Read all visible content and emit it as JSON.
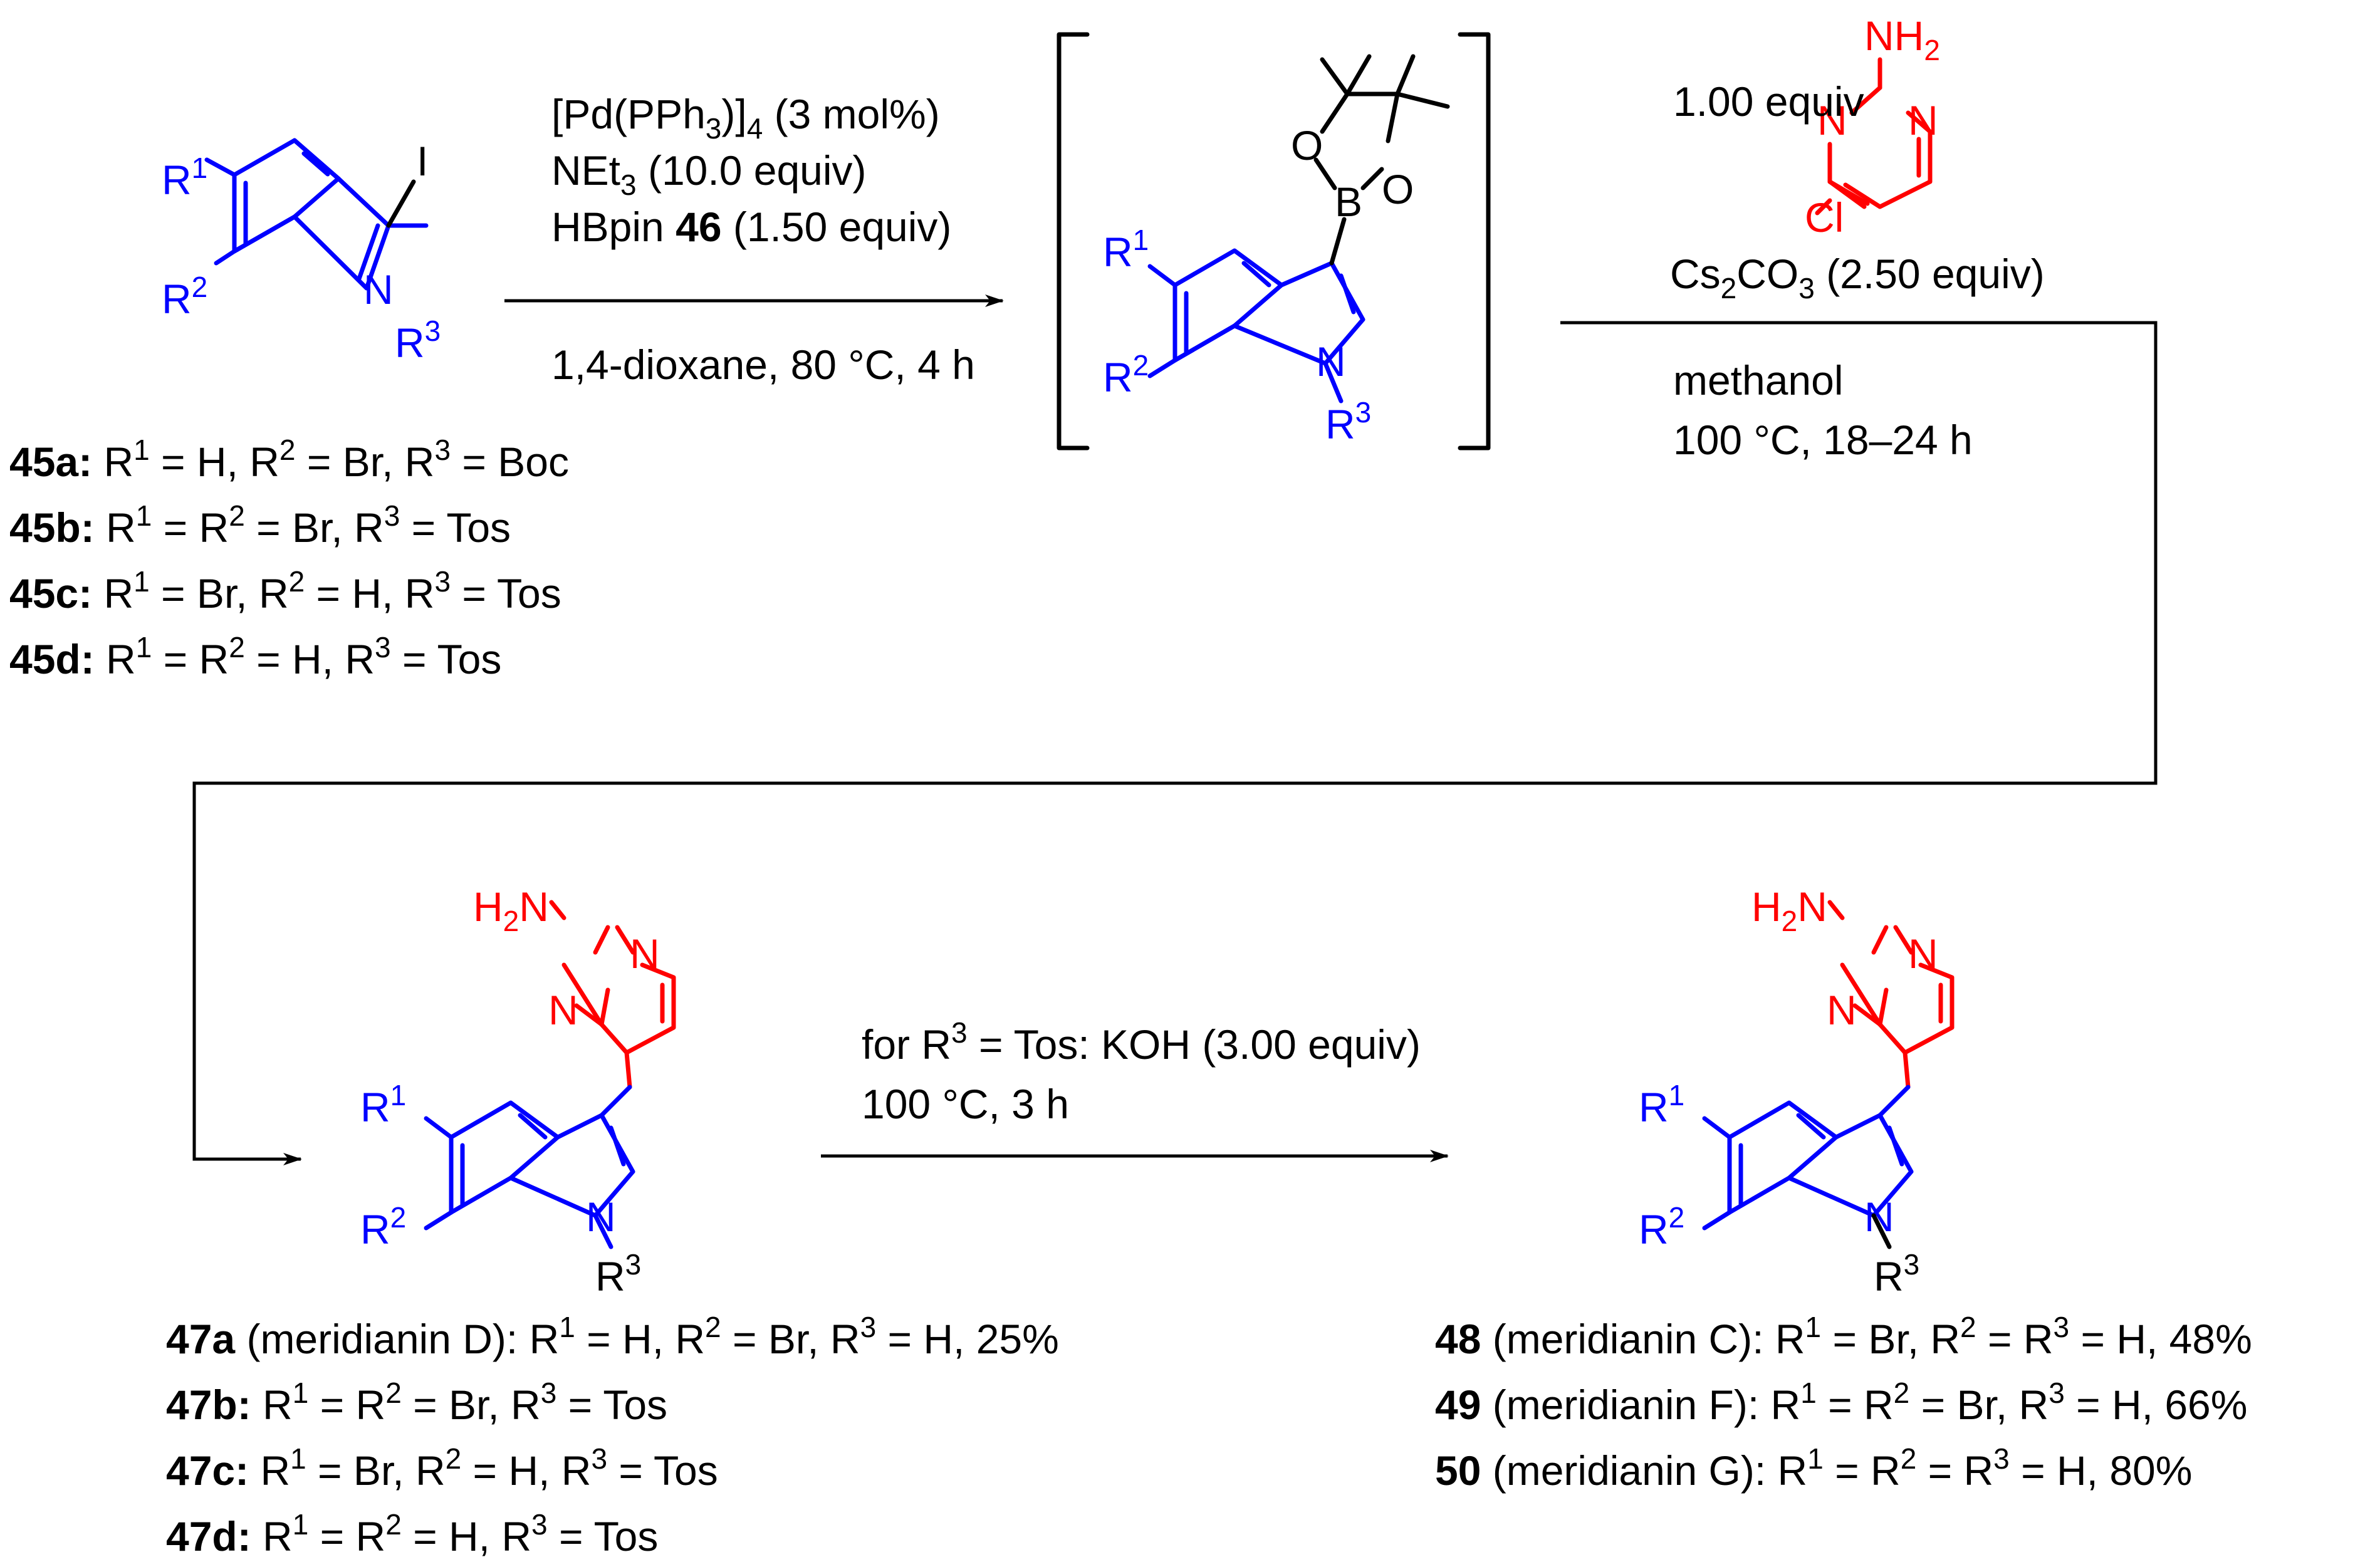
{
  "atoms": {
    "iodo": "I",
    "nitrogen": "N",
    "r1": "R",
    "r1_sup": "1",
    "r2": "R",
    "r2_sup": "2",
    "r3": "R",
    "r3_sup": "3",
    "boron": "B",
    "oxygen": "O",
    "amine_nh": "NH",
    "amine_nh_sub": "2",
    "amine_h": "H",
    "amine_h_sub": "2",
    "amine_n": "N",
    "chloro": "Cl"
  },
  "step1": {
    "cond1": "[Pd(PPh",
    "cond1_sub": "3",
    "cond1_b": ")]",
    "cond1_sub2": "4",
    "cond1_c": " (3 mol%)",
    "cond2": "NEt",
    "cond2_sub": "3",
    "cond2_b": " (10.0 equiv)",
    "cond3_a": "HBpin ",
    "cond3_bold": "46",
    "cond3_b": " (1.50 equiv)",
    "cond4": "1,4-dioxane, 80 °C, 4 h"
  },
  "step2": {
    "equiv": "1.00 equiv",
    "base_a": "Cs",
    "base_sub1": "2",
    "base_b": "CO",
    "base_sub2": "3",
    "base_c": " (2.50 equiv)",
    "solvent": "methanol",
    "temp": "100 °C, 18–24 h"
  },
  "step3": {
    "cond1_a": "for R",
    "cond1_sup": "3",
    "cond1_b": " = Tos: KOH (3.00 equiv)",
    "cond2": "100 °C, 3 h"
  },
  "list45": [
    {
      "label": "45a:",
      "t1": " R",
      "s1": "1",
      "t2": " = H, R",
      "s2": "2",
      "t3": " = Br, R",
      "s3": "3",
      "t4": " = Boc"
    },
    {
      "label": "45b:",
      "t1": " R",
      "s1": "1",
      "t2": " = R",
      "s2": "2",
      "t3": " = Br, R",
      "s3": "3",
      "t4": " = Tos"
    },
    {
      "label": "45c:",
      "t1": " R",
      "s1": "1",
      "t2": " = Br, R",
      "s2": "2",
      "t3": " = H, R",
      "s3": "3",
      "t4": " = Tos"
    },
    {
      "label": "45d:",
      "t1": " R",
      "s1": "1",
      "t2": " = R",
      "s2": "2",
      "t3": " = H, R",
      "s3": "3",
      "t4": " = Tos"
    }
  ],
  "list47": [
    {
      "label": "47a",
      "t0": " (meridianin D): R",
      "s1": "1",
      "t2": " = H, R",
      "s2": "2",
      "t3": " = Br, R",
      "s3": "3",
      "t4": " = H, 25%"
    },
    {
      "label": "47b:",
      "t0": " R",
      "s1": "1",
      "t2": " = R",
      "s2": "2",
      "t3": " = Br, R",
      "s3": "3",
      "t4": " = Tos"
    },
    {
      "label": "47c:",
      "t0": " R",
      "s1": "1",
      "t2": " = Br, R",
      "s2": "2",
      "t3": " = H, R",
      "s3": "3",
      "t4": " = Tos"
    },
    {
      "label": "47d:",
      "t0": " R",
      "s1": "1",
      "t2": " = R",
      "s2": "2",
      "t3": " = H, R",
      "s3": "3",
      "t4": " = Tos"
    }
  ],
  "list48": [
    {
      "label": "48",
      "t0": " (meridianin C): R",
      "s1": "1",
      "t2": " = Br, R",
      "s2": "2",
      "t3": " = R",
      "s3": "3",
      "t4": " = H, 48%"
    },
    {
      "label": "49",
      "t0": " (meridianin F): R",
      "s1": "1",
      "t2": " = R",
      "s2": "2",
      "t3": " = Br, R",
      "s3": "3",
      "t4": " = H, 66%"
    },
    {
      "label": "50",
      "t0": " (meridianin G): R",
      "s1": "1",
      "t2": " = R",
      "s2": "2",
      "t3": " = R",
      "s3": "3",
      "t4": " = H, 80%"
    }
  ]
}
